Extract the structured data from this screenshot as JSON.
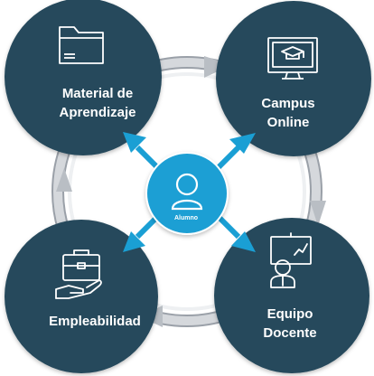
{
  "nodes": {
    "material": {
      "line1": "Material de",
      "line2": "Aprendizaje",
      "icon": "folder-icon"
    },
    "campus": {
      "line1": "Campus",
      "line2": "Online",
      "icon": "online-course-monitor-icon"
    },
    "empleabilidad": {
      "line1": "Empleabilidad",
      "icon": "briefcase-in-hand-icon"
    },
    "equipo": {
      "line1": "Equipo",
      "line2": "Docente",
      "icon": "teacher-presentation-icon"
    },
    "center": {
      "label": "Alumno",
      "icon": "user-icon"
    }
  },
  "colors": {
    "node_fill": "#25495c",
    "center_fill": "#1a9fd4",
    "arrow": "#1a9fd4",
    "ring": "#c9ccd1",
    "ring_shadow": "#9aa0a8",
    "text": "#ffffff"
  }
}
